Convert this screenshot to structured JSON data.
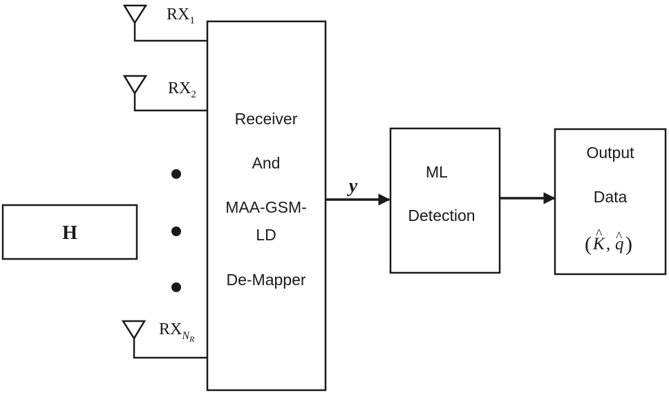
{
  "antennas": [
    {
      "base": "RX",
      "subscript": "1"
    },
    {
      "base": "RX",
      "subscript": "2"
    },
    {
      "base": "RX",
      "subscript": "N",
      "sub_subscript": "R"
    }
  ],
  "channel_block": {
    "label": "H"
  },
  "receiver_block": {
    "lines": [
      "Receiver",
      "And",
      "MAA-GSM-",
      "LD",
      "De-Mapper"
    ]
  },
  "signal_label": "y",
  "detection_block": {
    "lines": [
      "ML",
      "Detection"
    ]
  },
  "output_block": {
    "lines": [
      "Output",
      "Data"
    ],
    "formula": {
      "open": "(",
      "k": "K",
      "k_hat": "^",
      "comma": ",",
      "q": "q",
      "q_hat": "^",
      "close": ")"
    }
  }
}
